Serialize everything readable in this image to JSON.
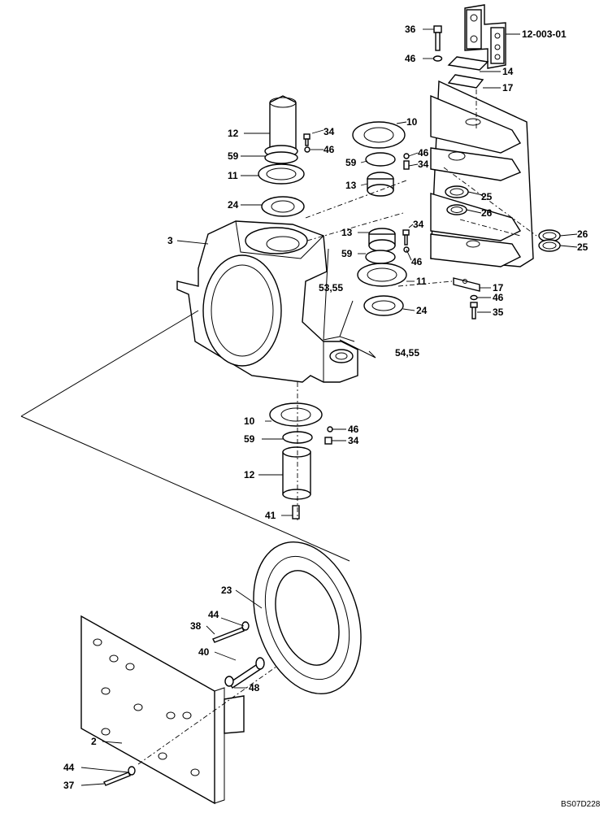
{
  "diagram": {
    "drawing_code": "BS07D228",
    "reference": "12-003-01",
    "callouts": [
      {
        "id": "c36",
        "text": "36"
      },
      {
        "id": "c46a",
        "text": "46"
      },
      {
        "id": "c14",
        "text": "14"
      },
      {
        "id": "c17a",
        "text": "17"
      },
      {
        "id": "c12a",
        "text": "12"
      },
      {
        "id": "c34a",
        "text": "34"
      },
      {
        "id": "c59a",
        "text": "59"
      },
      {
        "id": "c46b",
        "text": "46"
      },
      {
        "id": "c11a",
        "text": "11"
      },
      {
        "id": "c24a",
        "text": "24"
      },
      {
        "id": "c10a",
        "text": "10"
      },
      {
        "id": "c59b",
        "text": "59"
      },
      {
        "id": "c46c",
        "text": "46"
      },
      {
        "id": "c34b",
        "text": "34"
      },
      {
        "id": "c13a",
        "text": "13"
      },
      {
        "id": "c25a",
        "text": "25"
      },
      {
        "id": "c26a",
        "text": "26"
      },
      {
        "id": "c3",
        "text": "3"
      },
      {
        "id": "c13b",
        "text": "13"
      },
      {
        "id": "c34c",
        "text": "34"
      },
      {
        "id": "c26b",
        "text": "26"
      },
      {
        "id": "c25b",
        "text": "25"
      },
      {
        "id": "c59c",
        "text": "59"
      },
      {
        "id": "c46d",
        "text": "46"
      },
      {
        "id": "c11b",
        "text": "11"
      },
      {
        "id": "c5355",
        "text": "53,55"
      },
      {
        "id": "c17b",
        "text": "17"
      },
      {
        "id": "c46e",
        "text": "46"
      },
      {
        "id": "c24b",
        "text": "24"
      },
      {
        "id": "c35",
        "text": "35"
      },
      {
        "id": "c5455",
        "text": "54,55"
      },
      {
        "id": "c10b",
        "text": "10"
      },
      {
        "id": "c46f",
        "text": "46"
      },
      {
        "id": "c59d",
        "text": "59"
      },
      {
        "id": "c34d",
        "text": "34"
      },
      {
        "id": "c12b",
        "text": "12"
      },
      {
        "id": "c41",
        "text": "41"
      },
      {
        "id": "c23",
        "text": "23"
      },
      {
        "id": "c44a",
        "text": "44"
      },
      {
        "id": "c38",
        "text": "38"
      },
      {
        "id": "c40",
        "text": "40"
      },
      {
        "id": "c48",
        "text": "48"
      },
      {
        "id": "c2",
        "text": "2"
      },
      {
        "id": "c44b",
        "text": "44"
      },
      {
        "id": "c37",
        "text": "37"
      }
    ]
  }
}
